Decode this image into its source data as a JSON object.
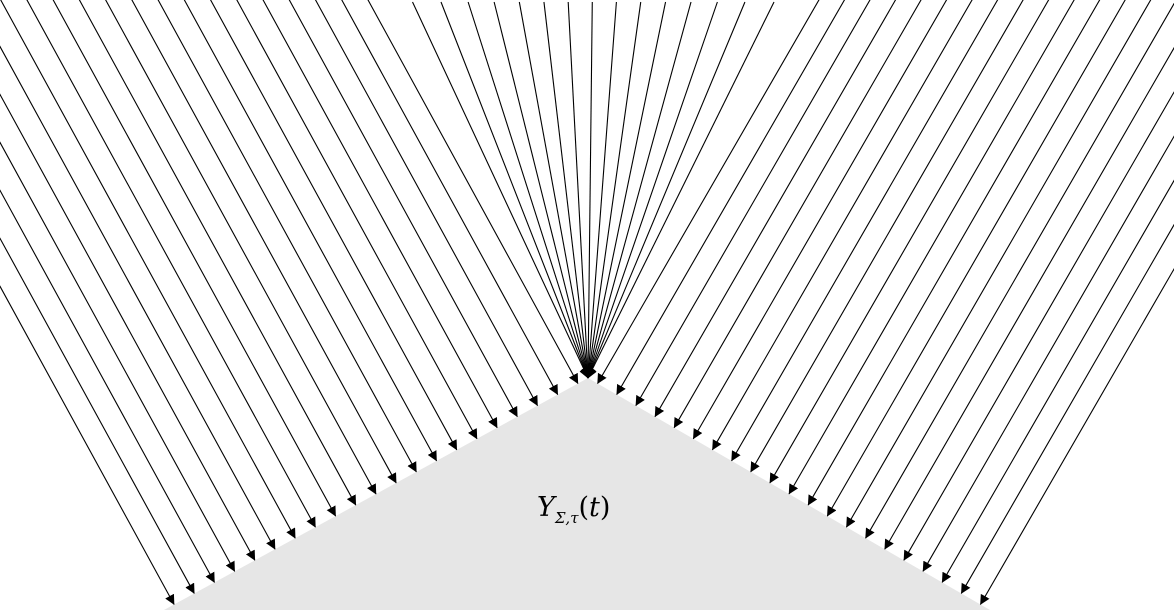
{
  "diagram": {
    "region_label": {
      "base": "Y",
      "subscript": "Σ,τ",
      "open_paren": "(",
      "argument": "t",
      "close_paren": ")"
    },
    "colors": {
      "region_fill": "#e6e6e6",
      "line": "#000000",
      "background": "#ffffff"
    },
    "rays_on_left_face": 21,
    "rays_on_right_face": 21,
    "rays_at_apex": 15
  }
}
